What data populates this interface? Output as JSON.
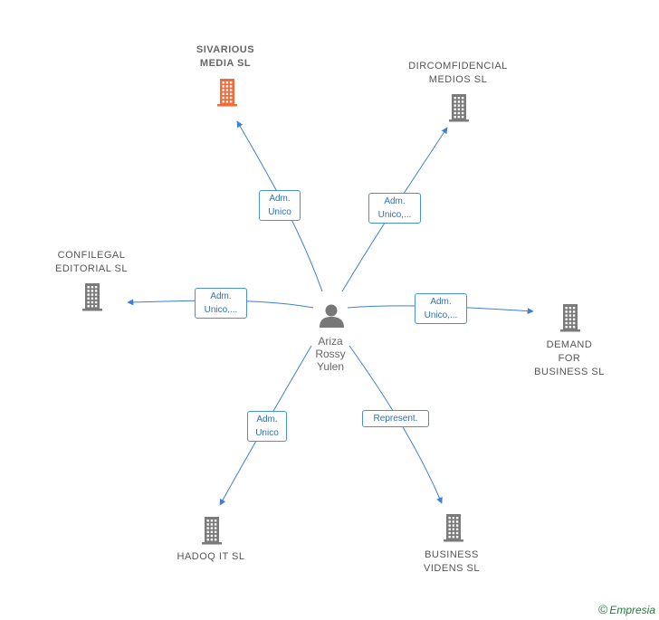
{
  "colors": {
    "edge": "#3d7fd6",
    "building_default": "#7a7a7a",
    "building_focus": "#f26b3a",
    "person": "#777777"
  },
  "center": {
    "name": "Ariza\nRossy\nYulen",
    "icon": "person-icon"
  },
  "nodes": [
    {
      "id": "sivarious",
      "name": "SIVARIOUS\nMEDIA SL",
      "icon": "building-icon",
      "focus": true
    },
    {
      "id": "dircomfidencial",
      "name": "DIRCOMFIDENCIAL\nMEDIOS SL",
      "icon": "building-icon",
      "focus": false
    },
    {
      "id": "confilegal",
      "name": "CONFILEGAL\nEDITORIAL SL",
      "icon": "building-icon",
      "focus": false
    },
    {
      "id": "demand",
      "name": "DEMAND\nFOR\nBUSINESS SL",
      "icon": "building-icon",
      "focus": false
    },
    {
      "id": "hadoq",
      "name": "HADOQ IT SL",
      "icon": "building-icon",
      "focus": false
    },
    {
      "id": "business",
      "name": "BUSINESS\nVIDENS SL",
      "icon": "building-icon",
      "focus": false
    }
  ],
  "edges": [
    {
      "to": "sivarious",
      "label": "Adm.\nUnico"
    },
    {
      "to": "dircomfidencial",
      "label": "Adm.\nUnico,..."
    },
    {
      "to": "confilegal",
      "label": "Adm.\nUnico,..."
    },
    {
      "to": "demand",
      "label": "Adm.\nUnico,..."
    },
    {
      "to": "hadoq",
      "label": "Adm.\nUnico"
    },
    {
      "to": "business",
      "label": "Represent."
    }
  ],
  "footer": {
    "copyright": "©",
    "brand": "Empresia"
  }
}
